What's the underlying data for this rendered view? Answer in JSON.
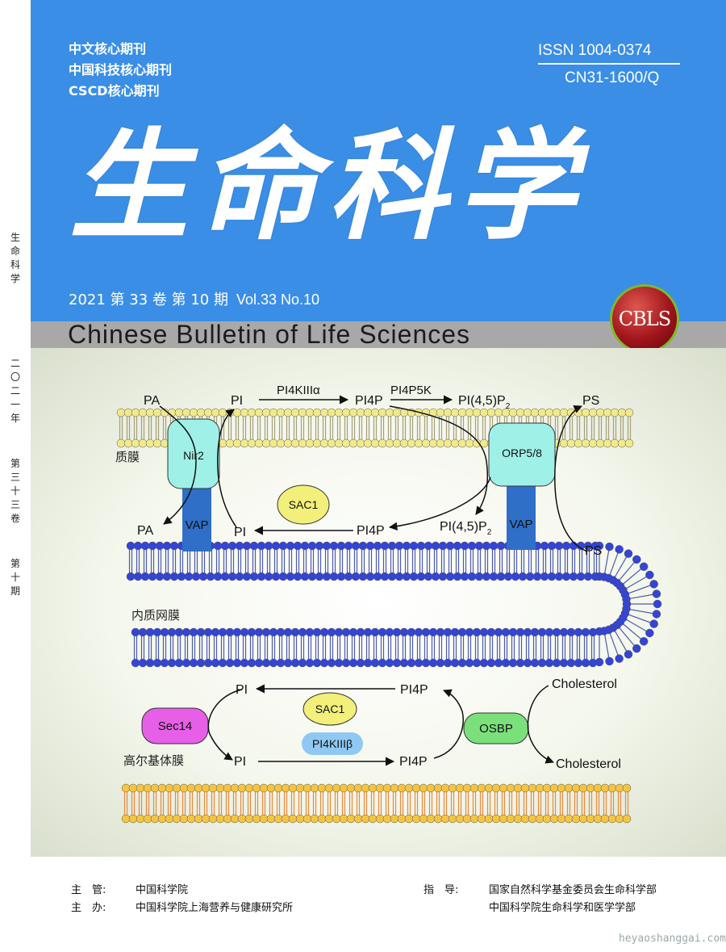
{
  "spine": {
    "journal": [
      "生",
      "命",
      "科",
      "学"
    ],
    "year": [
      "二",
      "〇",
      "二",
      "一",
      "年"
    ],
    "volume": [
      "第",
      "三",
      "十",
      "三",
      "卷"
    ],
    "issue": [
      "第",
      "十",
      "期"
    ]
  },
  "header": {
    "core_lines": [
      "中文核心期刊",
      "中国科技核心期刊",
      "CSCD核心期刊"
    ],
    "issn": "ISSN  1004-0374",
    "cn": "CN31-1600/Q",
    "title": "生命科学",
    "issue_cn": "2021 第 33 卷 第 10 期",
    "issue_en": "Vol.33 No.10",
    "english_title": "Chinese Bulletin of Life Sciences",
    "logo": "CBLS"
  },
  "diagram": {
    "membranes": {
      "plasma": "质膜",
      "er": "内质网膜",
      "golgi": "高尔基体膜"
    },
    "proteins": {
      "nir2": "Nir2",
      "vap": "VAP",
      "orp": "ORP5/8",
      "sac1": "SAC1",
      "sec14": "Sec14",
      "osbp": "OSBP",
      "pi4k_beta": "PI4KIIIβ"
    },
    "lipids": {
      "pa": "PA",
      "pi": "PI",
      "pi4p": "PI4P",
      "pi45p2": "PI(4,5)P",
      "sub2": "2",
      "ps": "PS",
      "cholesterol": "Cholesterol"
    },
    "enzymes": {
      "pi4k_alpha": "PI4KIIIα",
      "pi4p5k": "PI4P5K"
    },
    "colors": {
      "plasma_head": "#f2ea8a",
      "er_head": "#3344d6",
      "golgi_head": "#f5c542",
      "golgi_tail": "#e88a3c",
      "nir2": "#9ff0e6",
      "vap": "#2f6fc7",
      "orp": "#9ff0e6",
      "sac1": "#f2ef7a",
      "sec14": "#e65fe6",
      "osbp": "#7be07b",
      "pi4k_beta": "#8fc9f3"
    }
  },
  "footer": {
    "sup_label": "主　管:",
    "sup_value": "中国科学院",
    "host_label": "主　办:",
    "host_value": "中国科学院上海营养与健康研究所",
    "guide_label": "指　导:",
    "guide_value_1": "国家自然科学基金委员会生命科学部",
    "guide_value_2": "中国科学院生命科学和医学学部"
  },
  "watermark": "heyaoshanggai.com"
}
